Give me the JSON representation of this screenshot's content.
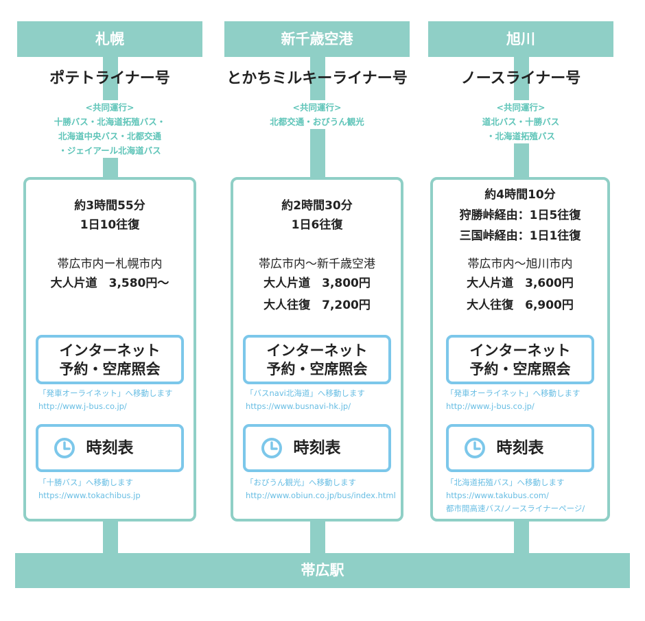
{
  "columns": [
    {
      "destination": "札幌",
      "route_name": "ポテトライナー号",
      "joint_label": "<共同運行>",
      "joint_operators": [
        "十勝バス・北海道拓殖バス・",
        "北海道中央バス・北都交通",
        "・ジェイアール北海道バス"
      ],
      "time_lines": [
        "約3時間55分",
        "1日10往復"
      ],
      "section": "帯広市内ー札幌市内",
      "fares": [
        "大人片道　3,580円〜"
      ],
      "net_button": [
        "インターネット",
        "予約・空席照会"
      ],
      "net_note": "「発車オーライネット」へ移動します",
      "net_url": "http://www.j-bus.co.jp/",
      "timetable_button": "時刻表",
      "timetable_note": "「十勝バス」へ移動します",
      "timetable_url": [
        "https://www.tokachibus.jp"
      ]
    },
    {
      "destination": "新千歳空港",
      "route_name": "とかちミルキーライナー号",
      "joint_label": "<共同運行>",
      "joint_operators": [
        "北都交通・おびうん観光"
      ],
      "time_lines": [
        "約2時間30分",
        "1日6往復"
      ],
      "section": "帯広市内〜新千歳空港",
      "fares": [
        "大人片道　3,800円",
        "大人往復　7,200円"
      ],
      "net_button": [
        "インターネット",
        "予約・空席照会"
      ],
      "net_note": "「バスnavi北海道」へ移動します",
      "net_url": "https://www.busnavi-hk.jp/",
      "timetable_button": "時刻表",
      "timetable_note": "「おびうん観光」へ移動します",
      "timetable_url": [
        "http://www.obiun.co.jp/bus/index.html"
      ]
    },
    {
      "destination": "旭川",
      "route_name": "ノースライナー号",
      "joint_label": "<共同運行>",
      "joint_operators": [
        "道北バス・十勝バス",
        "・北海道拓殖バス"
      ],
      "time_lines": [
        "約4時間10分",
        "狩勝峠経由：1日5往復",
        "三国峠経由：1日1往復"
      ],
      "section": "帯広市内〜旭川市内",
      "fares": [
        "大人片道　3,600円",
        "大人往復　6,900円"
      ],
      "net_button": [
        "インターネット",
        "予約・空席照会"
      ],
      "net_note": "「発車オーライネット」へ移動します",
      "net_url": "http://www.j-bus.co.jp/",
      "timetable_button": "時刻表",
      "timetable_note": "「北海道拓殖バス」へ移動します",
      "timetable_url": [
        "https://www.takubus.com/",
        "都市間高速バス/ノースライナーページ/"
      ]
    }
  ],
  "origin": "帯広駅",
  "colors": {
    "teal": "#8fcfc6",
    "joint_text": "#5ec4b8",
    "button_border": "#7cc7ea",
    "link_text": "#67bde3"
  },
  "icons": {
    "timetable": "clock-icon"
  }
}
